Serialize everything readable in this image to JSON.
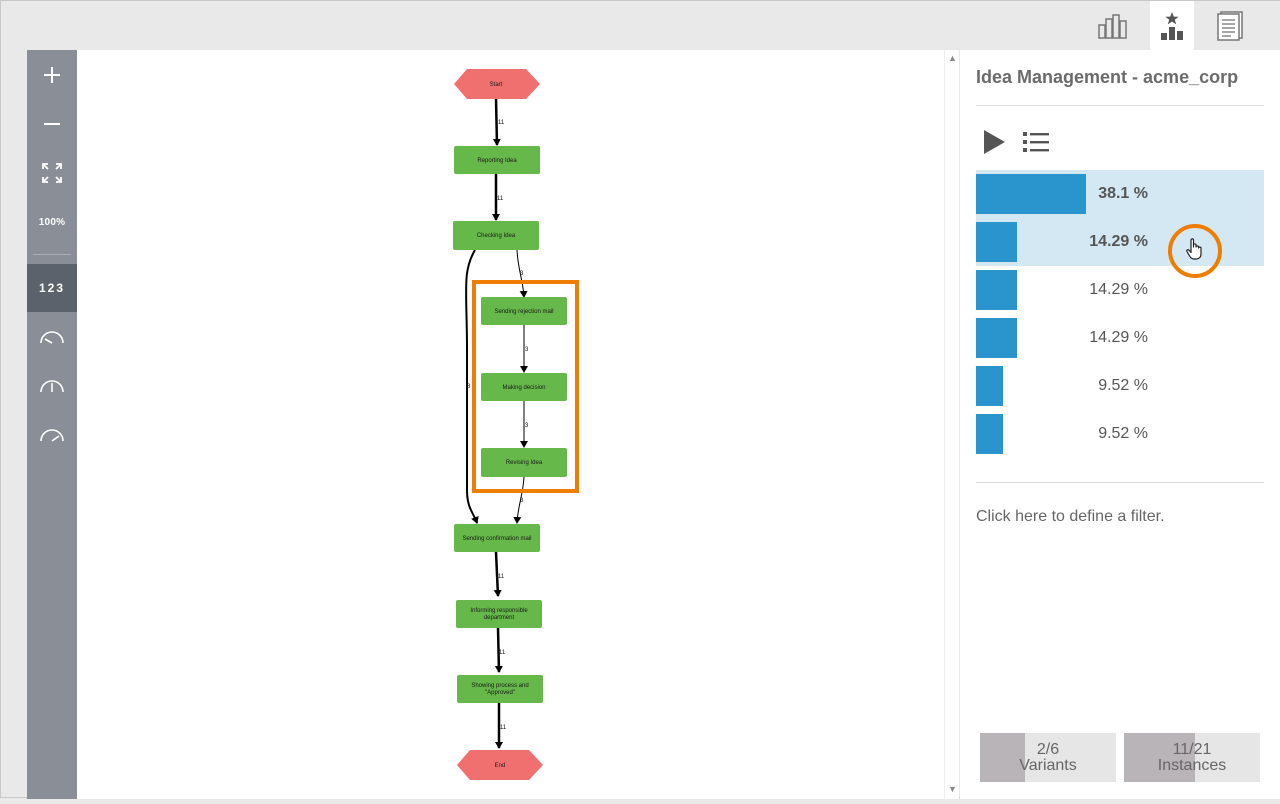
{
  "panel": {
    "title": "Idea Management - acme_corp",
    "filter_link": "Click here to define a filter."
  },
  "toolbar": {
    "zoom_level": "100%",
    "numbers_label": "123"
  },
  "variants": [
    {
      "percent": "38.1 %",
      "share": 0.381,
      "selected": true
    },
    {
      "percent": "14.29 %",
      "share": 0.1429,
      "selected": true
    },
    {
      "percent": "14.29 %",
      "share": 0.1429,
      "selected": false
    },
    {
      "percent": "14.29 %",
      "share": 0.1429,
      "selected": false
    },
    {
      "percent": "9.52 %",
      "share": 0.0952,
      "selected": false
    },
    {
      "percent": "9.52 %",
      "share": 0.0952,
      "selected": false
    }
  ],
  "stats": {
    "variants": {
      "value": "2/6",
      "label": "Variants",
      "fraction": 0.3333
    },
    "instances": {
      "value": "11/21",
      "label": "Instances",
      "fraction": 0.5238
    }
  },
  "process_map": {
    "nodes": {
      "start": "Start",
      "reporting": "Reporting Idea",
      "checking": "Checking Idea",
      "rejection": "Sending rejection mail",
      "decision": "Making decision",
      "revising": "Revising Idea",
      "confirmation": "Sending confirmation mail",
      "informing_1": "Informing responsible",
      "informing_2": "department",
      "showing_1": "Showing process and",
      "showing_2": "\"Approved\"",
      "end": "End"
    },
    "edges": {
      "start_reporting": "11",
      "reporting_checking": "11",
      "checking_rejection": "3",
      "rejection_decision": "3",
      "decision_revising": "3",
      "revising_confirmation": "3",
      "checking_confirmation": "8",
      "confirmation_informing": "11",
      "informing_showing": "11",
      "showing_end": "11"
    }
  },
  "colors": {
    "activity": "#66b84a",
    "start_end": "#f07070",
    "highlight": "#ef7d00",
    "bar": "#2a95cc",
    "toolbar": "#8a8f97"
  },
  "icons": {
    "top_tabs": [
      "bar-chart-icon",
      "variants-star-icon",
      "document-icon"
    ],
    "panel_actions": [
      "play-icon",
      "list-icon"
    ],
    "toolbar": [
      "zoom-in-icon",
      "zoom-out-icon",
      "fit-screen-icon",
      "gauge-low-icon",
      "gauge-mid-icon",
      "gauge-high-icon"
    ]
  }
}
